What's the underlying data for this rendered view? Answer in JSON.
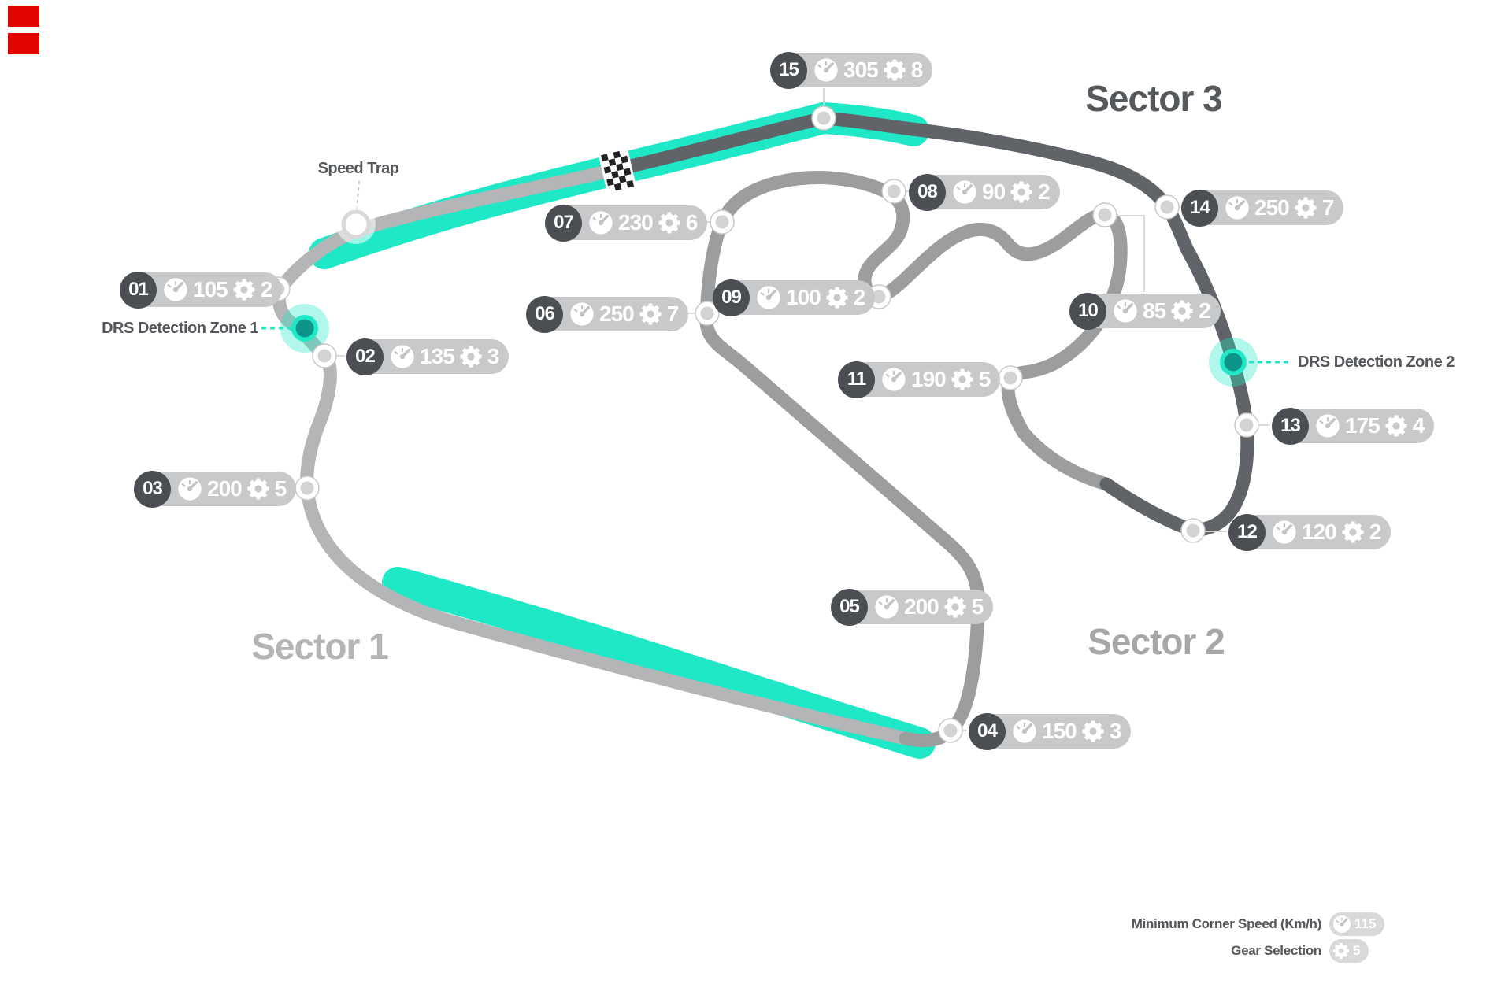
{
  "brand": {
    "color": "#e10600"
  },
  "annotations": {
    "speed_trap": "Speed Trap",
    "drs_zone_1": "DRS Detection Zone 1",
    "drs_zone_2": "DRS Detection Zone 2"
  },
  "sectors": [
    {
      "label": "Sector 1",
      "color": "#b3b4b5",
      "track_color": "#b4b5b6"
    },
    {
      "label": "Sector 2",
      "color": "#a6a7a9",
      "track_color": "#9c9d9e"
    },
    {
      "label": "Sector 3",
      "color": "#55585c",
      "track_color": "#606468"
    }
  ],
  "legend": {
    "speed_label": "Minimum Corner Speed (Km/h)",
    "speed_value": "115",
    "gear_label": "Gear Selection",
    "gear_value": "5"
  },
  "corners": [
    {
      "number": "01",
      "speed": "105",
      "gear": "2"
    },
    {
      "number": "02",
      "speed": "135",
      "gear": "3"
    },
    {
      "number": "03",
      "speed": "200",
      "gear": "5"
    },
    {
      "number": "04",
      "speed": "150",
      "gear": "3"
    },
    {
      "number": "05",
      "speed": "200",
      "gear": "5"
    },
    {
      "number": "06",
      "speed": "250",
      "gear": "7"
    },
    {
      "number": "07",
      "speed": "230",
      "gear": "6"
    },
    {
      "number": "08",
      "speed": "90",
      "gear": "2"
    },
    {
      "number": "09",
      "speed": "100",
      "gear": "2"
    },
    {
      "number": "10",
      "speed": "85",
      "gear": "2"
    },
    {
      "number": "11",
      "speed": "190",
      "gear": "5"
    },
    {
      "number": "12",
      "speed": "120",
      "gear": "2"
    },
    {
      "number": "13",
      "speed": "175",
      "gear": "4"
    },
    {
      "number": "14",
      "speed": "250",
      "gear": "7"
    },
    {
      "number": "15",
      "speed": "305",
      "gear": "8"
    }
  ],
  "colors": {
    "drs_zone": "#1fe8c7",
    "drs_marker_core": "#0d948b",
    "badge_number_bg": "#4b4f53",
    "badge_pill_bg": "#c8c9ca",
    "marker_fill": "#d2d3d4",
    "connector": "#dadada"
  }
}
